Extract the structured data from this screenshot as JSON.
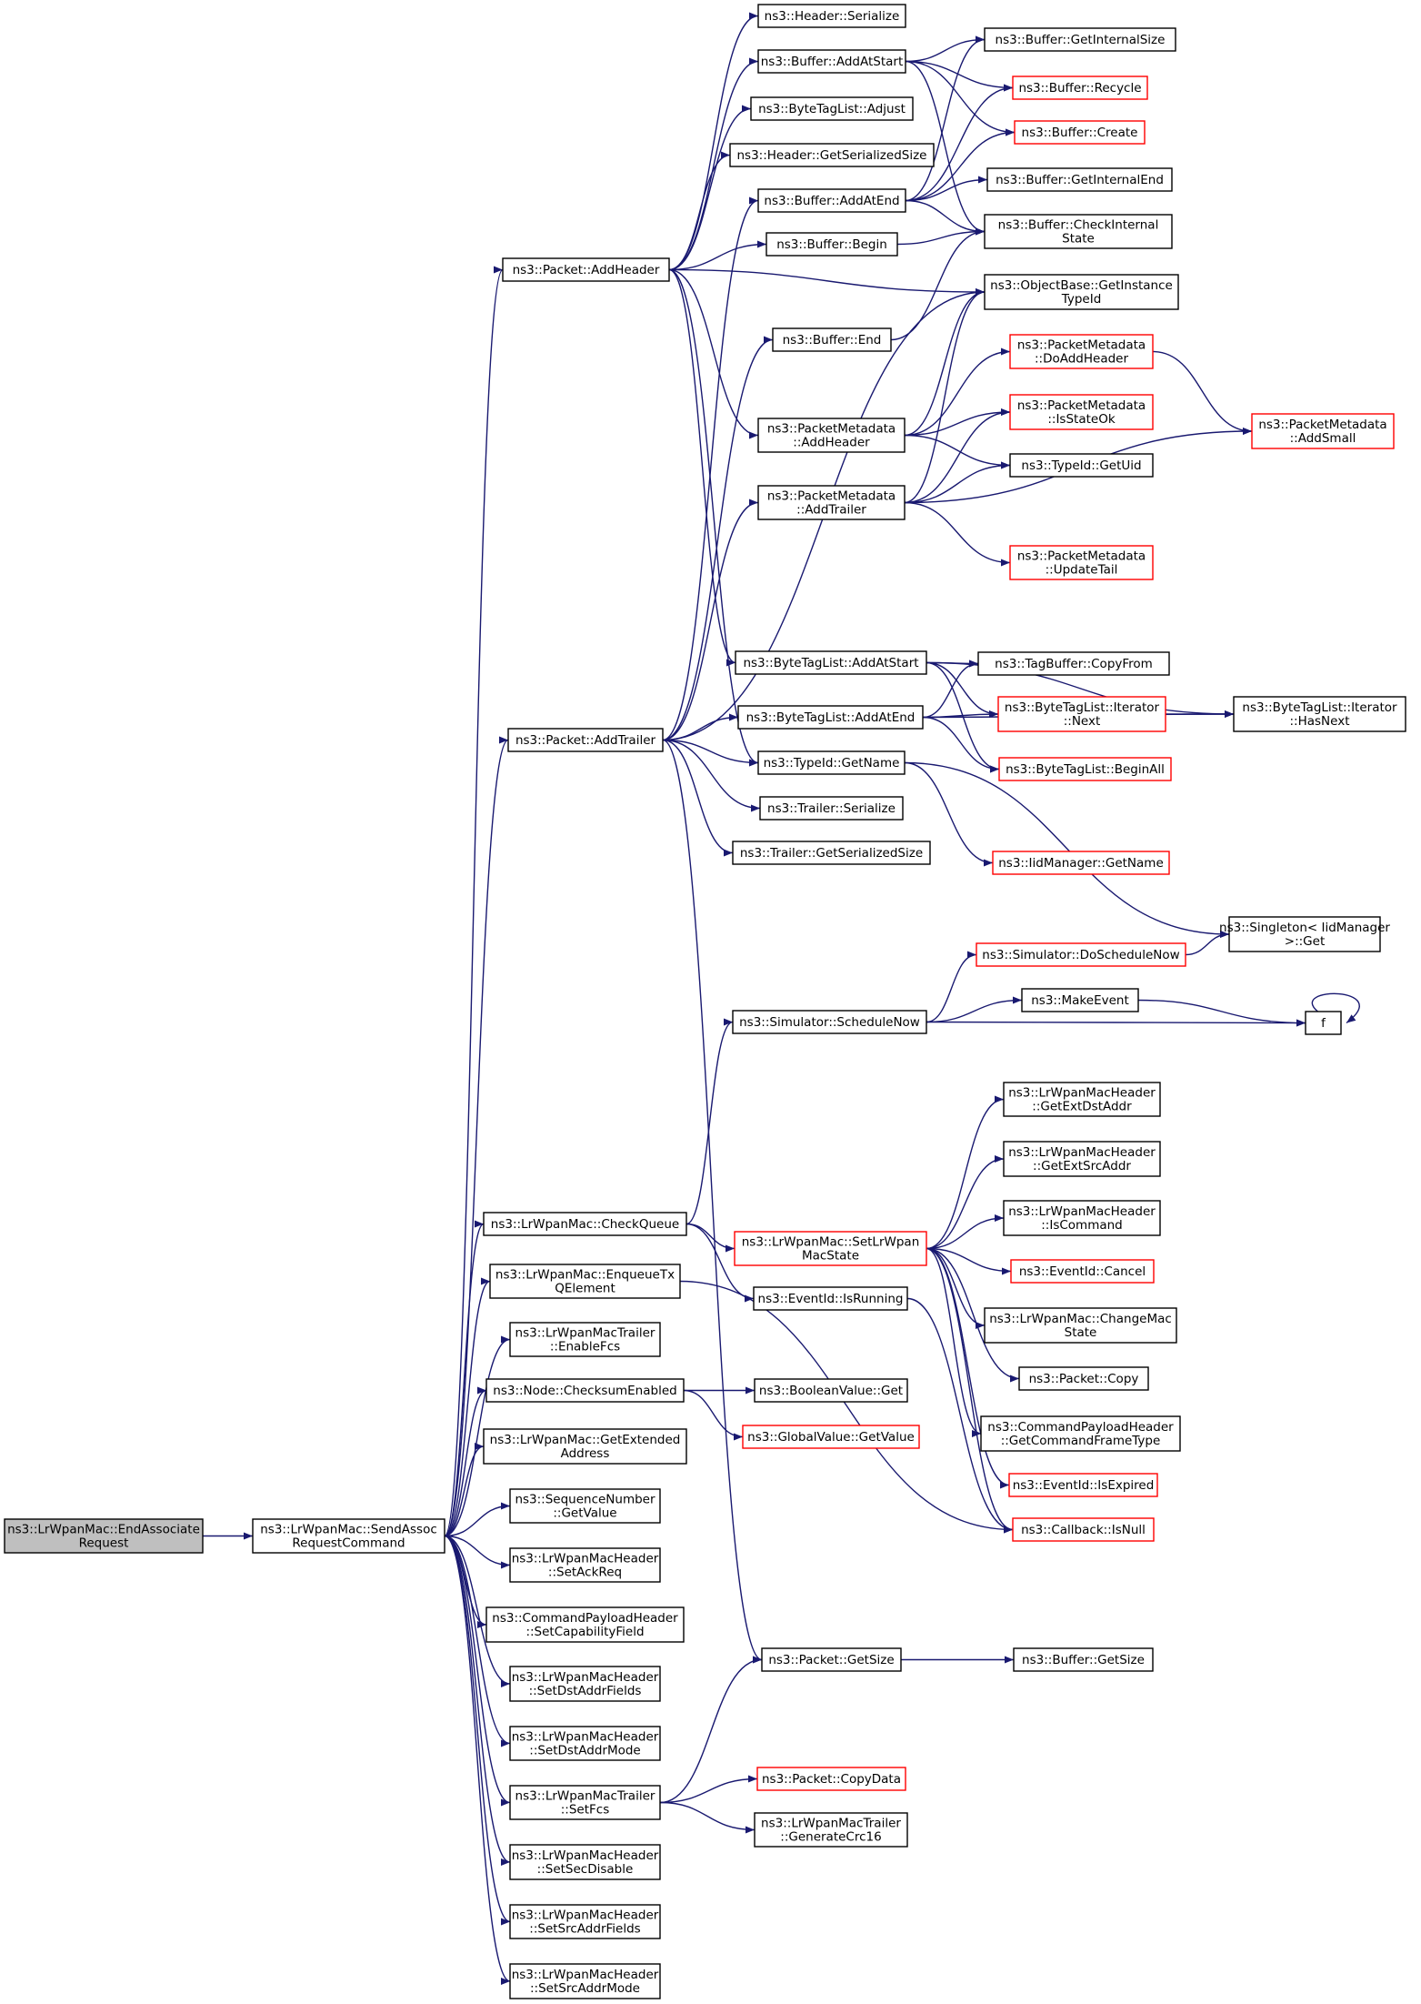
{
  "graph": {
    "colors": {
      "edge": "#191970",
      "border_normal": "#000000",
      "border_truncated": "#ff0000",
      "root_fill": "#bfbfbf",
      "node_fill": "#ffffff"
    },
    "nodes": {
      "n0": {
        "lines": [
          "ns3::LrWpanMac::EndAssociate",
          "Request"
        ],
        "style": "root"
      },
      "n1": {
        "lines": [
          "ns3::LrWpanMac::SendAssoc",
          "RequestCommand"
        ],
        "style": "normal"
      },
      "n2": {
        "lines": [
          "ns3::Packet::AddHeader"
        ],
        "style": "normal"
      },
      "n3": {
        "lines": [
          "ns3::Header::Serialize"
        ],
        "style": "normal"
      },
      "n4": {
        "lines": [
          "ns3::Buffer::AddAtStart"
        ],
        "style": "normal"
      },
      "n5": {
        "lines": [
          "ns3::ByteTagList::Adjust"
        ],
        "style": "normal"
      },
      "n6": {
        "lines": [
          "ns3::Header::GetSerializedSize"
        ],
        "style": "normal"
      },
      "n7": {
        "lines": [
          "ns3::Buffer::AddAtEnd"
        ],
        "style": "normal"
      },
      "n8": {
        "lines": [
          "ns3::Buffer::Begin"
        ],
        "style": "normal"
      },
      "n9": {
        "lines": [
          "ns3::Buffer::End"
        ],
        "style": "normal"
      },
      "n10": {
        "lines": [
          "ns3::PacketMetadata",
          "::AddHeader"
        ],
        "style": "normal"
      },
      "n11": {
        "lines": [
          "ns3::PacketMetadata",
          "::AddTrailer"
        ],
        "style": "normal"
      },
      "n12": {
        "lines": [
          "ns3::Buffer::GetInternalSize"
        ],
        "style": "normal"
      },
      "n13": {
        "lines": [
          "ns3::Buffer::Recycle"
        ],
        "style": "truncated"
      },
      "n14": {
        "lines": [
          "ns3::Buffer::Create"
        ],
        "style": "truncated"
      },
      "n15": {
        "lines": [
          "ns3::Buffer::GetInternalEnd"
        ],
        "style": "normal"
      },
      "n16": {
        "lines": [
          "ns3::Buffer::CheckInternal",
          "State"
        ],
        "style": "normal"
      },
      "n17": {
        "lines": [
          "ns3::ObjectBase::GetInstance",
          "TypeId"
        ],
        "style": "normal"
      },
      "n18": {
        "lines": [
          "ns3::PacketMetadata",
          "::DoAddHeader"
        ],
        "style": "truncated"
      },
      "n19": {
        "lines": [
          "ns3::PacketMetadata",
          "::IsStateOk"
        ],
        "style": "truncated"
      },
      "n20": {
        "lines": [
          "ns3::TypeId::GetUid"
        ],
        "style": "normal"
      },
      "n21": {
        "lines": [
          "ns3::PacketMetadata",
          "::UpdateTail"
        ],
        "style": "truncated"
      },
      "n22": {
        "lines": [
          "ns3::PacketMetadata",
          "::AddSmall"
        ],
        "style": "truncated"
      },
      "n23": {
        "lines": [
          "ns3::ByteTagList::AddAtStart"
        ],
        "style": "normal"
      },
      "n24": {
        "lines": [
          "ns3::Packet::AddTrailer"
        ],
        "style": "normal"
      },
      "n25": {
        "lines": [
          "ns3::ByteTagList::AddAtEnd"
        ],
        "style": "normal"
      },
      "n26": {
        "lines": [
          "ns3::TypeId::GetName"
        ],
        "style": "normal"
      },
      "n27": {
        "lines": [
          "ns3::Trailer::Serialize"
        ],
        "style": "normal"
      },
      "n28": {
        "lines": [
          "ns3::Trailer::GetSerializedSize"
        ],
        "style": "normal"
      },
      "n29": {
        "lines": [
          "ns3::TagBuffer::CopyFrom"
        ],
        "style": "normal"
      },
      "n30": {
        "lines": [
          "ns3::ByteTagList::Iterator",
          "::Next"
        ],
        "style": "truncated"
      },
      "n31": {
        "lines": [
          "ns3::ByteTagList::BeginAll"
        ],
        "style": "truncated"
      },
      "n32": {
        "lines": [
          "ns3::ByteTagList::Iterator",
          "::HasNext"
        ],
        "style": "normal"
      },
      "n33": {
        "lines": [
          "ns3::IidManager::GetName"
        ],
        "style": "truncated"
      },
      "n34": {
        "lines": [
          "ns3::Singleton< IidManager",
          ">::Get"
        ],
        "style": "normal"
      },
      "n35": {
        "lines": [
          "ns3::Simulator::DoScheduleNow"
        ],
        "style": "truncated"
      },
      "n36": {
        "lines": [
          "ns3::Simulator::ScheduleNow"
        ],
        "style": "normal"
      },
      "n37": {
        "lines": [
          "ns3::MakeEvent"
        ],
        "style": "normal"
      },
      "n38": {
        "lines": [
          "f"
        ],
        "style": "normal"
      },
      "n39": {
        "lines": [
          "ns3::LrWpanMacHeader",
          "::GetExtDstAddr"
        ],
        "style": "normal"
      },
      "n40": {
        "lines": [
          "ns3::LrWpanMacHeader",
          "::GetExtSrcAddr"
        ],
        "style": "normal"
      },
      "n41": {
        "lines": [
          "ns3::LrWpanMacHeader",
          "::IsCommand"
        ],
        "style": "normal"
      },
      "n42": {
        "lines": [
          "ns3::LrWpanMac::CheckQueue"
        ],
        "style": "normal"
      },
      "n43": {
        "lines": [
          "ns3::LrWpanMac::SetLrWpan",
          "MacState"
        ],
        "style": "truncated"
      },
      "n44": {
        "lines": [
          "ns3::EventId::Cancel"
        ],
        "style": "truncated"
      },
      "n45": {
        "lines": [
          "ns3::LrWpanMac::EnqueueTx",
          "QElement"
        ],
        "style": "normal"
      },
      "n46": {
        "lines": [
          "ns3::EventId::IsRunning"
        ],
        "style": "normal"
      },
      "n47": {
        "lines": [
          "ns3::LrWpanMac::ChangeMac",
          "State"
        ],
        "style": "normal"
      },
      "n48": {
        "lines": [
          "ns3::LrWpanMacTrailer",
          "::EnableFcs"
        ],
        "style": "normal"
      },
      "n49": {
        "lines": [
          "ns3::Packet::Copy"
        ],
        "style": "normal"
      },
      "n50": {
        "lines": [
          "ns3::Node::ChecksumEnabled"
        ],
        "style": "normal"
      },
      "n51": {
        "lines": [
          "ns3::BooleanValue::Get"
        ],
        "style": "normal"
      },
      "n52": {
        "lines": [
          "ns3::GlobalValue::GetValue"
        ],
        "style": "truncated"
      },
      "n53": {
        "lines": [
          "ns3::CommandPayloadHeader",
          "::GetCommandFrameType"
        ],
        "style": "normal"
      },
      "n54": {
        "lines": [
          "ns3::LrWpanMac::GetExtended",
          "Address"
        ],
        "style": "normal"
      },
      "n55": {
        "lines": [
          "ns3::EventId::IsExpired"
        ],
        "style": "truncated"
      },
      "n56": {
        "lines": [
          "ns3::SequenceNumber",
          "::GetValue"
        ],
        "style": "normal"
      },
      "n57": {
        "lines": [
          "ns3::Callback::IsNull"
        ],
        "style": "truncated"
      },
      "n58": {
        "lines": [
          "ns3::LrWpanMacHeader",
          "::SetAckReq"
        ],
        "style": "normal"
      },
      "n59": {
        "lines": [
          "ns3::CommandPayloadHeader",
          "::SetCapabilityField"
        ],
        "style": "normal"
      },
      "n60": {
        "lines": [
          "ns3::Packet::GetSize"
        ],
        "style": "normal"
      },
      "n61": {
        "lines": [
          "ns3::Buffer::GetSize"
        ],
        "style": "normal"
      },
      "n62": {
        "lines": [
          "ns3::LrWpanMacHeader",
          "::SetDstAddrFields"
        ],
        "style": "normal"
      },
      "n63": {
        "lines": [
          "ns3::LrWpanMacHeader",
          "::SetDstAddrMode"
        ],
        "style": "normal"
      },
      "n64": {
        "lines": [
          "ns3::Packet::CopyData"
        ],
        "style": "truncated"
      },
      "n65": {
        "lines": [
          "ns3::LrWpanMacTrailer",
          "::SetFcs"
        ],
        "style": "normal"
      },
      "n66": {
        "lines": [
          "ns3::LrWpanMacTrailer",
          "::GenerateCrc16"
        ],
        "style": "normal"
      },
      "n67": {
        "lines": [
          "ns3::LrWpanMacHeader",
          "::SetSecDisable"
        ],
        "style": "normal"
      },
      "n68": {
        "lines": [
          "ns3::LrWpanMacHeader",
          "::SetSrcAddrFields"
        ],
        "style": "normal"
      },
      "n69": {
        "lines": [
          "ns3::LrWpanMacHeader",
          "::SetSrcAddrMode"
        ],
        "style": "normal"
      }
    },
    "edges": [
      [
        "n0",
        "n1"
      ],
      [
        "n1",
        "n2"
      ],
      [
        "n1",
        "n24"
      ],
      [
        "n1",
        "n42"
      ],
      [
        "n1",
        "n45"
      ],
      [
        "n1",
        "n48"
      ],
      [
        "n1",
        "n50"
      ],
      [
        "n1",
        "n54"
      ],
      [
        "n1",
        "n56"
      ],
      [
        "n1",
        "n58"
      ],
      [
        "n1",
        "n59"
      ],
      [
        "n1",
        "n62"
      ],
      [
        "n1",
        "n63"
      ],
      [
        "n1",
        "n65"
      ],
      [
        "n1",
        "n67"
      ],
      [
        "n1",
        "n68"
      ],
      [
        "n1",
        "n69"
      ],
      [
        "n2",
        "n3"
      ],
      [
        "n2",
        "n4"
      ],
      [
        "n2",
        "n5"
      ],
      [
        "n2",
        "n6"
      ],
      [
        "n2",
        "n8"
      ],
      [
        "n2",
        "n17"
      ],
      [
        "n2",
        "n10"
      ],
      [
        "n2",
        "n23"
      ],
      [
        "n2",
        "n26"
      ],
      [
        "n4",
        "n12"
      ],
      [
        "n4",
        "n13"
      ],
      [
        "n4",
        "n14"
      ],
      [
        "n4",
        "n16"
      ],
      [
        "n7",
        "n12"
      ],
      [
        "n7",
        "n13"
      ],
      [
        "n7",
        "n14"
      ],
      [
        "n7",
        "n15"
      ],
      [
        "n7",
        "n16"
      ],
      [
        "n8",
        "n16"
      ],
      [
        "n9",
        "n16"
      ],
      [
        "n10",
        "n18"
      ],
      [
        "n10",
        "n19"
      ],
      [
        "n10",
        "n20"
      ],
      [
        "n10",
        "n17"
      ],
      [
        "n11",
        "n19"
      ],
      [
        "n11",
        "n20"
      ],
      [
        "n11",
        "n21"
      ],
      [
        "n11",
        "n22"
      ],
      [
        "n11",
        "n17"
      ],
      [
        "n18",
        "n22"
      ],
      [
        "n23",
        "n29"
      ],
      [
        "n23",
        "n30"
      ],
      [
        "n23",
        "n31"
      ],
      [
        "n23",
        "n32"
      ],
      [
        "n24",
        "n7"
      ],
      [
        "n24",
        "n9"
      ],
      [
        "n24",
        "n11"
      ],
      [
        "n24",
        "n17"
      ],
      [
        "n24",
        "n25"
      ],
      [
        "n24",
        "n26"
      ],
      [
        "n24",
        "n27"
      ],
      [
        "n24",
        "n28"
      ],
      [
        "n24",
        "n60"
      ],
      [
        "n25",
        "n29"
      ],
      [
        "n25",
        "n30"
      ],
      [
        "n25",
        "n31"
      ],
      [
        "n25",
        "n32"
      ],
      [
        "n26",
        "n33"
      ],
      [
        "n26",
        "n34"
      ],
      [
        "n30",
        "n32"
      ],
      [
        "n35",
        "n34"
      ],
      [
        "n36",
        "n35"
      ],
      [
        "n36",
        "n37"
      ],
      [
        "n36",
        "n38"
      ],
      [
        "n37",
        "n38"
      ],
      [
        "n38",
        "n38"
      ],
      [
        "n42",
        "n36"
      ],
      [
        "n42",
        "n43"
      ],
      [
        "n42",
        "n46"
      ],
      [
        "n43",
        "n39"
      ],
      [
        "n43",
        "n40"
      ],
      [
        "n43",
        "n41"
      ],
      [
        "n43",
        "n44"
      ],
      [
        "n43",
        "n47"
      ],
      [
        "n43",
        "n49"
      ],
      [
        "n43",
        "n53"
      ],
      [
        "n43",
        "n55"
      ],
      [
        "n43",
        "n57"
      ],
      [
        "n45",
        "n57"
      ],
      [
        "n46",
        "n57"
      ],
      [
        "n50",
        "n51"
      ],
      [
        "n50",
        "n52"
      ],
      [
        "n60",
        "n61"
      ],
      [
        "n65",
        "n60"
      ],
      [
        "n65",
        "n64"
      ],
      [
        "n65",
        "n66"
      ]
    ]
  }
}
